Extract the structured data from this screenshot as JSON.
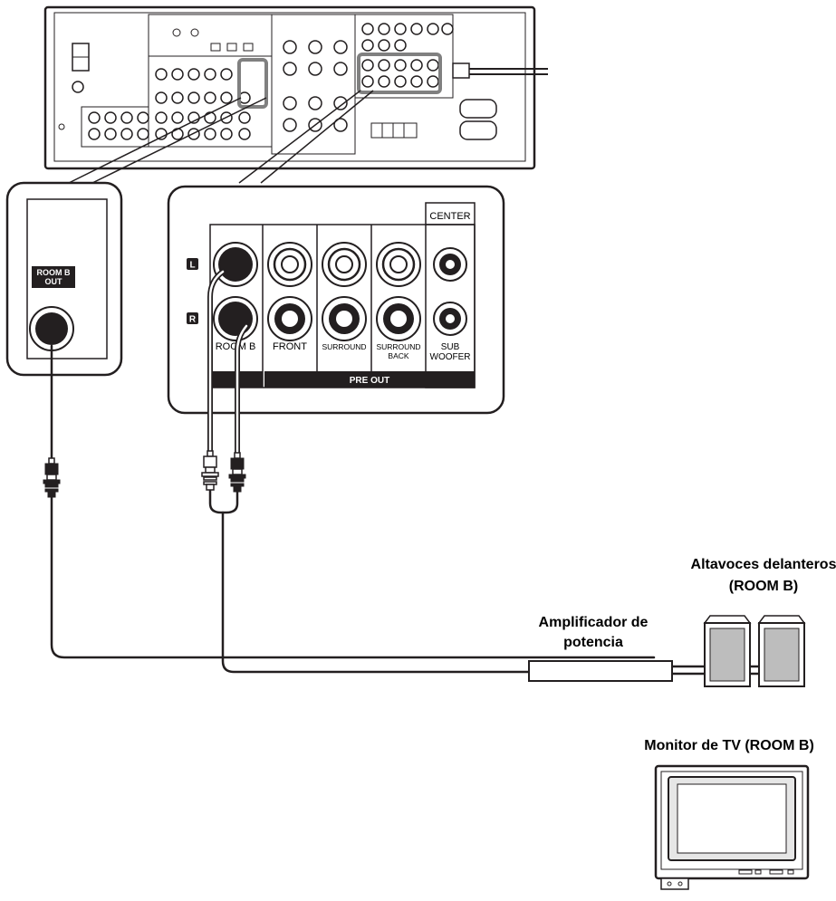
{
  "zoom_left": {
    "jack_label_line1": "ROOM B",
    "jack_label_line2": "OUT"
  },
  "zoom_right": {
    "channel_left": "L",
    "channel_right": "R",
    "center_label": "CENTER",
    "room_b_label": "ROOM B",
    "front_label": "FRONT",
    "surround_label": "SURROUND",
    "surround_back_line1": "SURROUND",
    "surround_back_line2": "BACK",
    "sub_line1": "SUB",
    "sub_line2": "WOOFER",
    "pre_out_label": "PRE OUT"
  },
  "devices": {
    "speakers_line1": "Altavoces delanteros",
    "speakers_line2": "(ROOM B)",
    "amplifier_line1": "Amplificador de",
    "amplifier_line2": "potencia",
    "tv_label": "Monitor de TV (ROOM B)"
  },
  "colors": {
    "outline": "#231f20",
    "highlight": "#808080",
    "speaker_fill": "#bdbdbd",
    "tv_panel": "#e6e6e6"
  }
}
